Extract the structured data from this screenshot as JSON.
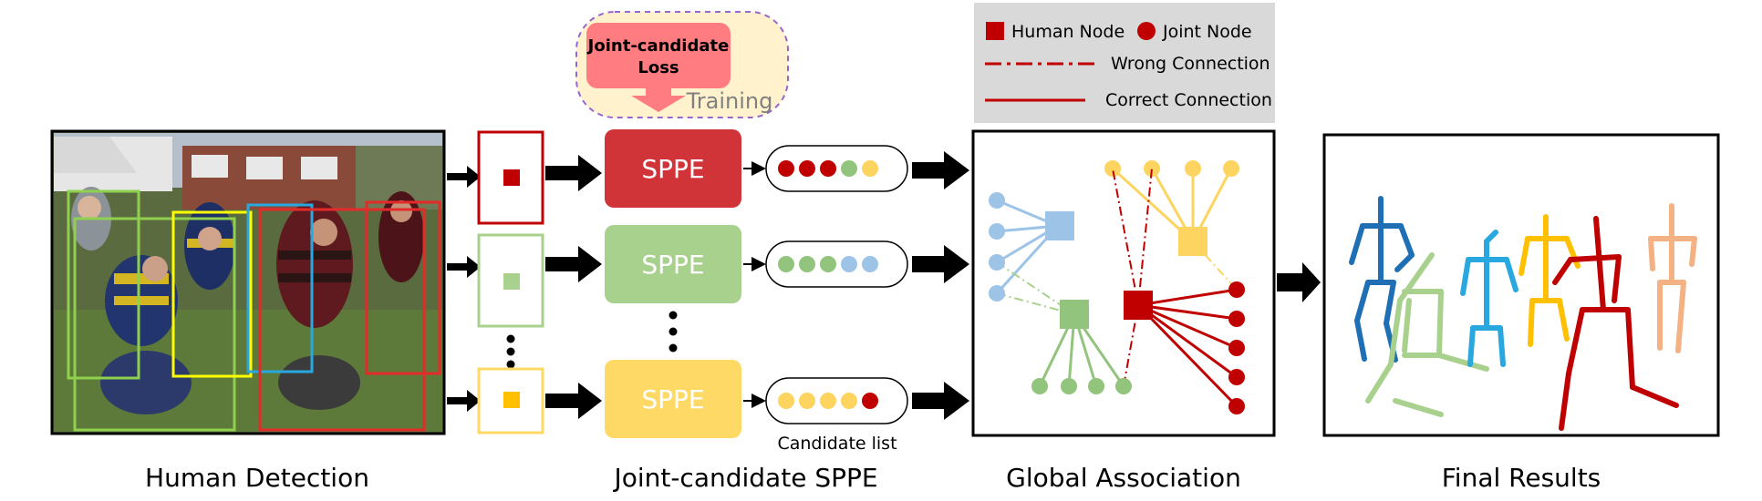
{
  "stage_labels": {
    "human_detection": "Human Detection",
    "joint_candidate_sppe": "Joint-candidate SPPE",
    "global_association": "Global Association",
    "final_results": "Final Results"
  },
  "sppe": {
    "label": "SPPE"
  },
  "loss": {
    "line1": "Joint-candidate",
    "line2": "Loss",
    "training": "Training"
  },
  "candidate_list_label": "Candidate list",
  "legend": {
    "human_node": "Human Node",
    "joint_node": "Joint Node",
    "wrong_connection": "Wrong Connection",
    "correct_connection": "Correct Connection"
  },
  "colors": {
    "red": "#c00000",
    "green": "#92c47d",
    "yellow": "#fdd45f",
    "blue": "#9dc3e6",
    "sppe_red": "#d13438",
    "sppe_green": "#a9d18e",
    "sppe_yellow": "#ffd966",
    "loss_pink": "#ff7c80",
    "training_bg": "#fff2cc",
    "legend_bg": "#d9d9d9"
  },
  "candidate_rows": [
    [
      "red",
      "red",
      "red",
      "green",
      "yellow"
    ],
    [
      "green",
      "green",
      "green",
      "blue",
      "blue"
    ],
    [
      "yellow",
      "yellow",
      "yellow",
      "yellow",
      "red"
    ]
  ]
}
